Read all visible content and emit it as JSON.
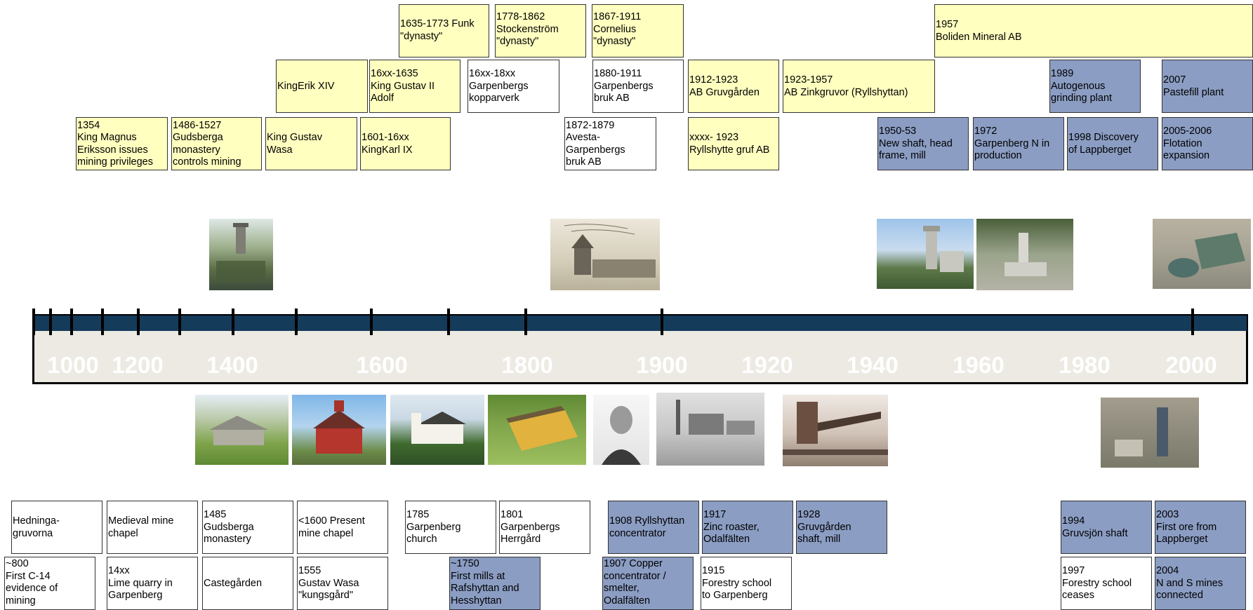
{
  "axis": {
    "labels": [
      "1000",
      "1200",
      "1400",
      "1600",
      "1800",
      "1900",
      "1920",
      "1940",
      "1960",
      "1980",
      "2000"
    ]
  },
  "top_row1": {
    "funk": "1635-1773 Funk\n\"dynasty\"",
    "stockenstrom": "1778-1862\nStockenström\n\"dynasty\"",
    "cornelius": "1867-1911\nCornelius\n\"dynasty\"",
    "boliden": "1957\nBoliden Mineral AB"
  },
  "top_row2": {
    "erik": "KingErik XIV",
    "gustav2": "16xx-1635\nKing Gustav II\nAdolf",
    "kopparverk": "16xx-18xx\nGarpenbergs\nkopparverk",
    "bruk_ab": "1880-1911\nGarpenbergs\nbruk AB",
    "gruvgarden": "1912-1923\nAB Gruvgården",
    "zinkgruvor": "1923-1957\nAB Zinkgruvor (Ryllshyttan)",
    "autogenous": "1989\nAutogenous\ngrinding plant",
    "pastefill": "2007\nPastefill plant"
  },
  "top_row3": {
    "magnus": "1354\nKing Magnus\nEriksson issues\nmining privileges",
    "gudsberga": "1486-1527\nGudsberga\nmonastery\ncontrols mining",
    "wasa": "King Gustav\nWasa",
    "karl": "1601-16xx\nKingKarl IX",
    "avesta": "1872-1879\nAvesta-\nGarpenbergs\nbruk AB",
    "ryllshytte": "xxxx- 1923\nRyllshytte gruf AB",
    "shaft1950": "1950-53\nNew shaft, head\nframe, mill",
    "n1972": "1972\nGarpenberg N in\nproduction",
    "lappberget": "1998 Discovery\nof Lappberget",
    "flotation": "2005-2006\nFlotation\nexpansion"
  },
  "bottom_row1": {
    "hedninga": "Hedninga-\ngruvorna",
    "chapel": "Medieval mine\nchapel",
    "gudsberga1485": "1485\nGudsberga\nmonastery",
    "present_chapel": "<1600 Present\nmine chapel",
    "church": "1785\nGarpenberg\nchurch",
    "herrgard": "1801\nGarpenbergs\nHerrgård",
    "ryll_conc": "1908 Ryllshyttan\nconcentrator",
    "zinc": "1917\nZinc roaster,\nOdalfälten",
    "gruvgarden_shaft": "1928\nGruvgården\nshaft, mill",
    "gruvsjon": "1994\nGruvsjön shaft",
    "first_ore": "2003\nFirst ore from\nLappberget"
  },
  "bottom_row2": {
    "c14": "~800\nFirst C-14\nevidence of\nmining",
    "lime": "14xx\nLime quarry in\nGarpenberg",
    "castegarden": "Castegården",
    "kungsgard": "1555\nGustav Wasa\n\"kungsgård\"",
    "mills": "~1750\nFirst mills at\nRafshyttan and\nHesshyttan",
    "copper": "1907 Copper\nconcentrator /\nsmelter,\nOdalfälten",
    "forestry": "1915\nForestry school\nto Garpenberg",
    "forestry_ceases": "1997\nForestry school\nceases",
    "ns_mines": "2004\nN and S mines\nconnected"
  },
  "photos": {
    "sky": "#cfe0f0",
    "grass": "#7ea34a",
    "forest": "#3d5a2e"
  }
}
